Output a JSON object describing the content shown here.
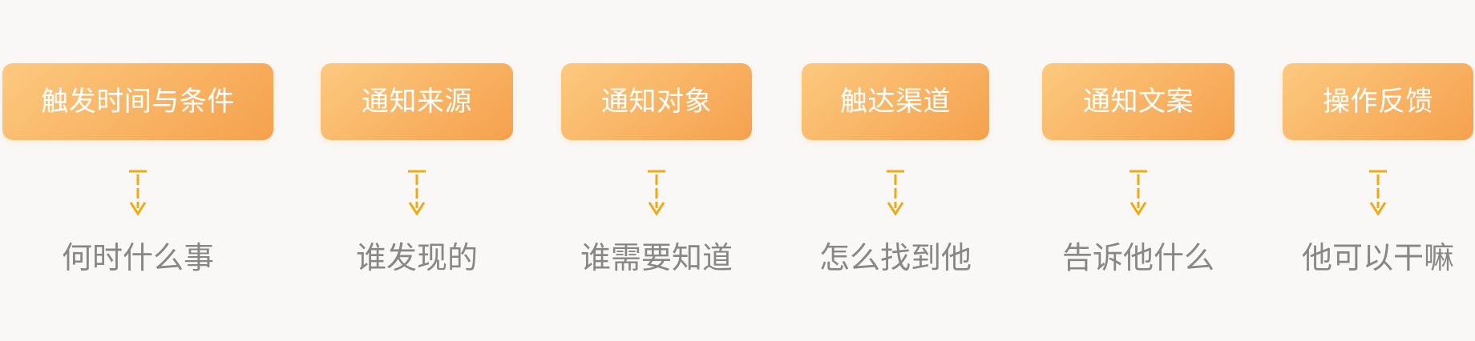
{
  "page": {
    "background_color": "#F9F8F6"
  },
  "colors": {
    "box_gradient_light": "#FCC97F",
    "box_gradient_dark": "#F5A14D",
    "box_text": "#FFFFFF",
    "arrow": "#EFAA13",
    "label_text": "#878787"
  },
  "flow": {
    "arrow_icon": "dashed-down-arrow",
    "steps": [
      {
        "title": "触发时间与条件",
        "subtitle": "何时什么事"
      },
      {
        "title": "通知来源",
        "subtitle": "谁发现的"
      },
      {
        "title": "通知对象",
        "subtitle": "谁需要知道"
      },
      {
        "title": "触达渠道",
        "subtitle": "怎么找到他"
      },
      {
        "title": "通知文案",
        "subtitle": "告诉他什么"
      },
      {
        "title": "操作反馈",
        "subtitle": "他可以干嘛"
      }
    ]
  }
}
